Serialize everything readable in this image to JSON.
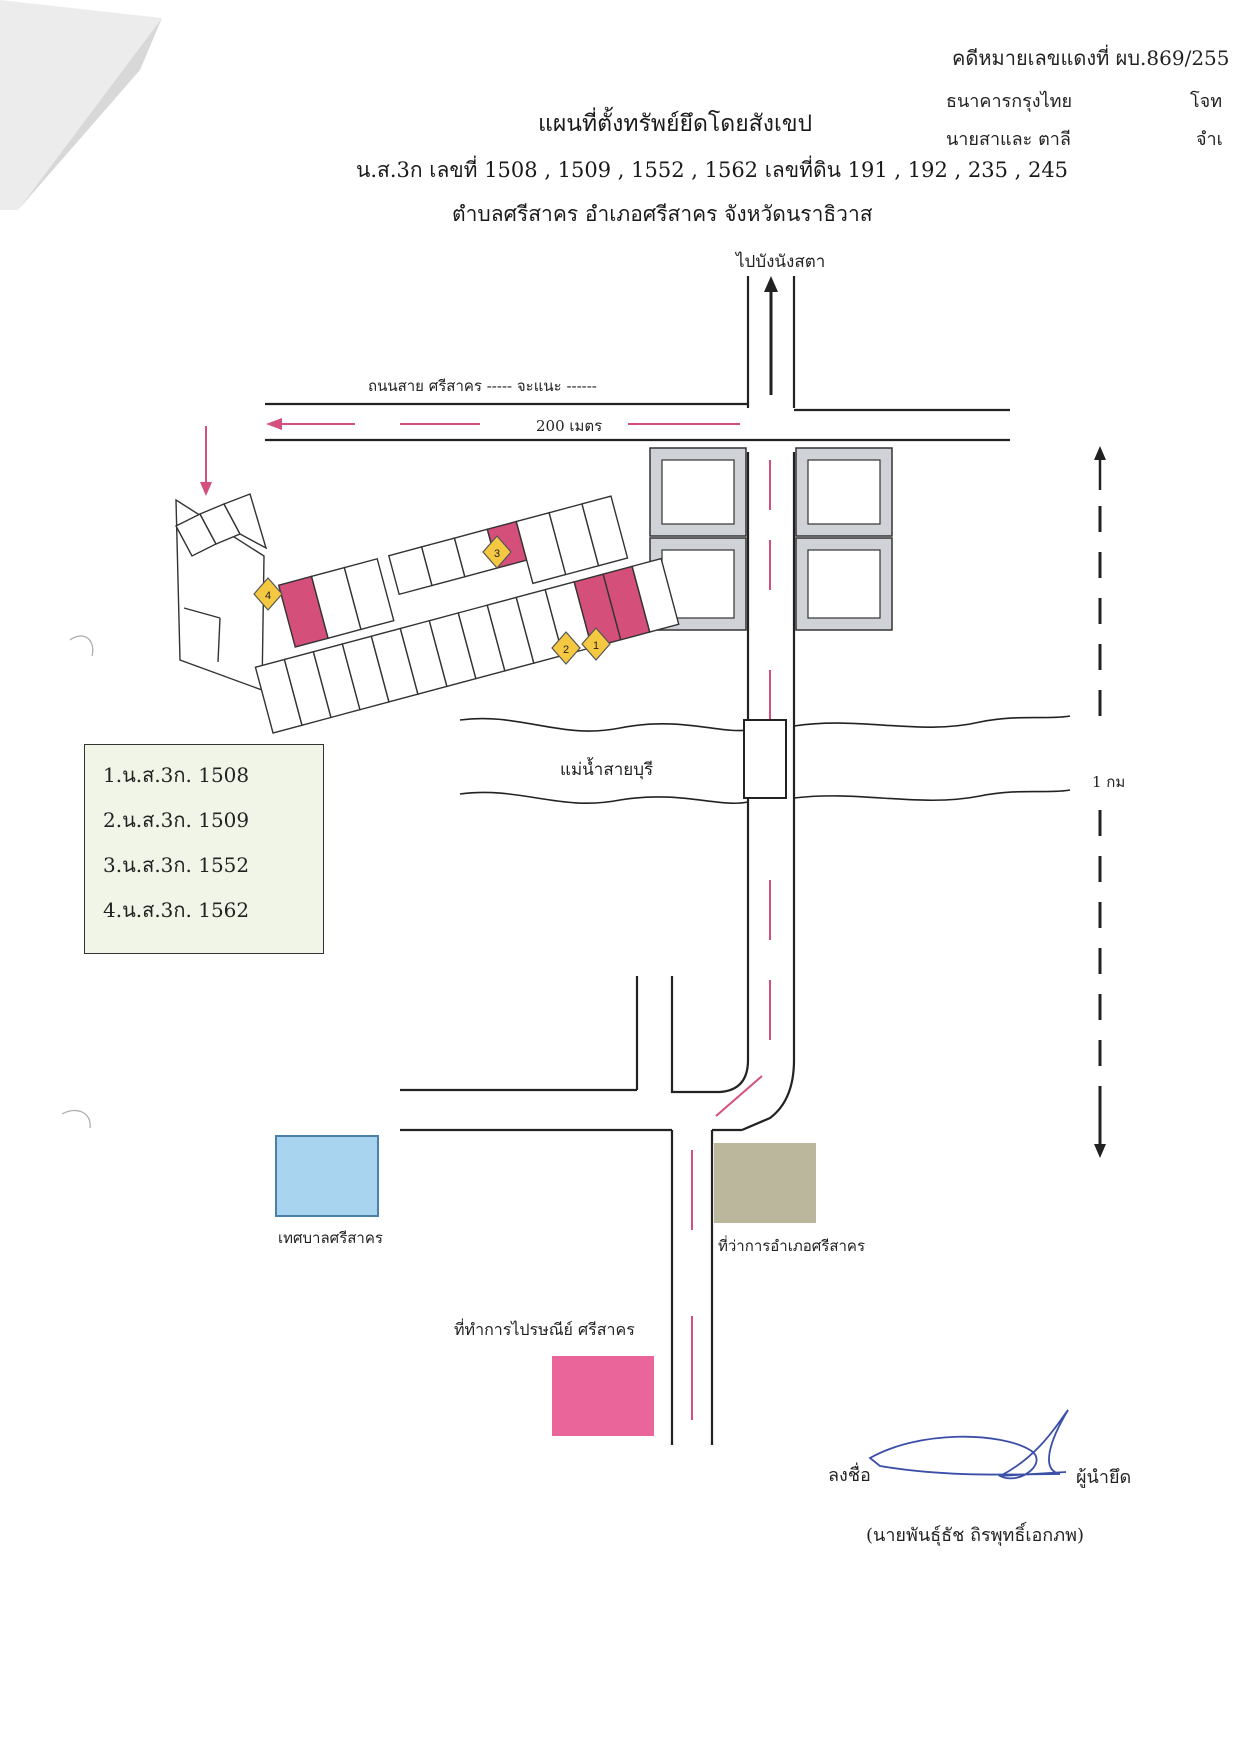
{
  "header": {
    "case_line": "คดีหมายเลขแดงที่ ผบ.869/255",
    "bank": "ธนาคารกรุงไทย",
    "bank_role": "โจท",
    "person": "นายสาและ ตาลี",
    "person_role": "จำเ"
  },
  "title": {
    "line1": "แผนที่ตั้งทรัพย์ยึดโดยสังเขป",
    "line2": "น.ส.3ก เลขที่ 1508 , 1509 , 1552 , 1562 เลขที่ดิน 191 , 192 , 235 , 245",
    "line3": "ตำบลศรีสาคร   อำเภอศรีสาคร   จังหวัดนราธิวาส"
  },
  "map": {
    "north_label": "ไปบังนังสตา",
    "road_label": "ถนนสาย ศรีสาคร ----- จะแนะ ------",
    "distance_label": "200 เมตร",
    "river_label": "แม่น้ำสายบุรี",
    "scale_label": "1 กม",
    "parcels": [
      {
        "number": "1",
        "color": "#f5c842"
      },
      {
        "number": "2",
        "color": "#f5c842"
      },
      {
        "number": "3",
        "color": "#f5c842"
      },
      {
        "number": "4",
        "color": "#f5c842"
      }
    ],
    "highlight_color": "#d4507a",
    "landmarks": {
      "municipality": {
        "label": "เทศบาลศรีสาคร",
        "color": "#a8d4f0"
      },
      "district_office": {
        "label": "ที่ว่าการอำเภอศรีสาคร",
        "color": "#bab79c"
      },
      "post_office": {
        "label": "ที่ทำการไปรษณีย์ ศรีสาคร",
        "color": "#e9659a"
      }
    }
  },
  "legend": {
    "items": [
      "1.น.ส.3ก. 1508",
      "2.น.ส.3ก. 1509",
      "3.น.ส.3ก. 1552",
      "4.น.ส.3ก. 1562"
    ]
  },
  "signature": {
    "sign_label": "ลงชื่อ",
    "role": "ผู้นำยึด",
    "name": "(นายพันธุ์ธัช ถิรพุทธิ์เอกภพ)"
  }
}
